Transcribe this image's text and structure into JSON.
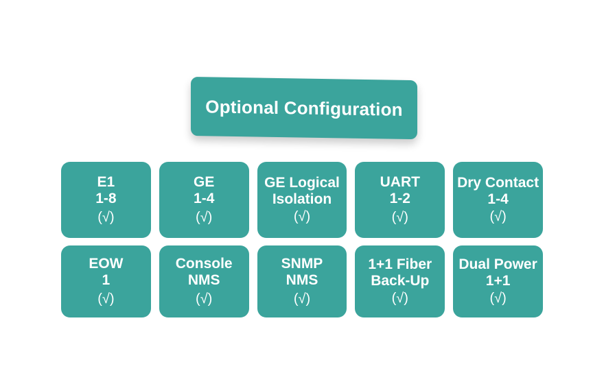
{
  "page": {
    "background_color": "#ffffff",
    "accent_color": "#3ba49c",
    "text_color": "#ffffff"
  },
  "banner": {
    "title": "Optional Configuration"
  },
  "cards": {
    "rows": [
      [
        {
          "title": "E1",
          "sub": "1-8",
          "check": "(√)"
        },
        {
          "title": "GE",
          "sub": "1-4",
          "check": "(√)"
        },
        {
          "title": "GE Logical",
          "sub": "Isolation",
          "check": "(√)"
        },
        {
          "title": "UART",
          "sub": "1-2",
          "check": "(√)"
        },
        {
          "title": "Dry Contact",
          "sub": "1-4",
          "check": "(√)"
        }
      ],
      [
        {
          "title": "EOW",
          "sub": "1",
          "check": "(√)"
        },
        {
          "title": "Console",
          "sub": "NMS",
          "check": "(√)"
        },
        {
          "title": "SNMP",
          "sub": "NMS",
          "check": "(√)"
        },
        {
          "title": "1+1 Fiber",
          "sub": "Back-Up",
          "check": "(√)"
        },
        {
          "title": "Dual Power",
          "sub": "1+1",
          "check": "(√)"
        }
      ]
    ]
  }
}
